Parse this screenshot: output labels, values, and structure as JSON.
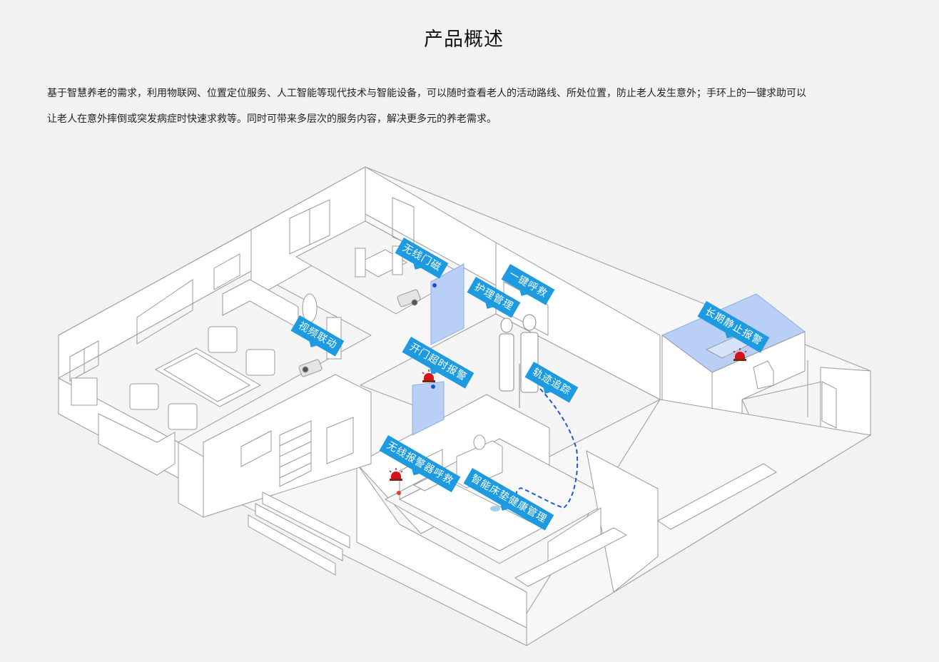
{
  "page": {
    "title": "产品概述",
    "intro_lines": [
      "基于智慧养老的需求，利用物联网、位置定位服务、人工智能等现代技术与智能设备，可以随时查看老人的活动路线、所处位置，防止老人发生意外；手环上的一键求助可以",
      "让老人在意外摔倒或突发病症时快速求救等。同时可带来多层次的服务内容，解决更多元的养老需求。"
    ]
  },
  "colors": {
    "background": "#f2f2f2",
    "label_blue": "#1e9be0",
    "zone_blue": "#b9cff5",
    "track_blue": "#2258d6",
    "alarm_red": "#d8101a",
    "line_gray": "#9a9a9a"
  },
  "diagram": {
    "labels": {
      "door_sensor": "无线门磁",
      "care_management": "护理管理",
      "one_key_sos": "一键呼救",
      "long_inactivity_alarm": "长期静止报警",
      "video_linkage": "视频联动",
      "door_open_timeout_alarm": "开门超时报警",
      "trajectory_tracking": "轨迹追踪",
      "wireless_alarm_call": "无线报警器呼救",
      "smart_mattress_health": "智能床垫健康管理"
    },
    "icons": {
      "alarm": "alarm-beacon-icon",
      "camera": "security-camera-icon",
      "sensor": "sensor-dot-icon"
    }
  }
}
